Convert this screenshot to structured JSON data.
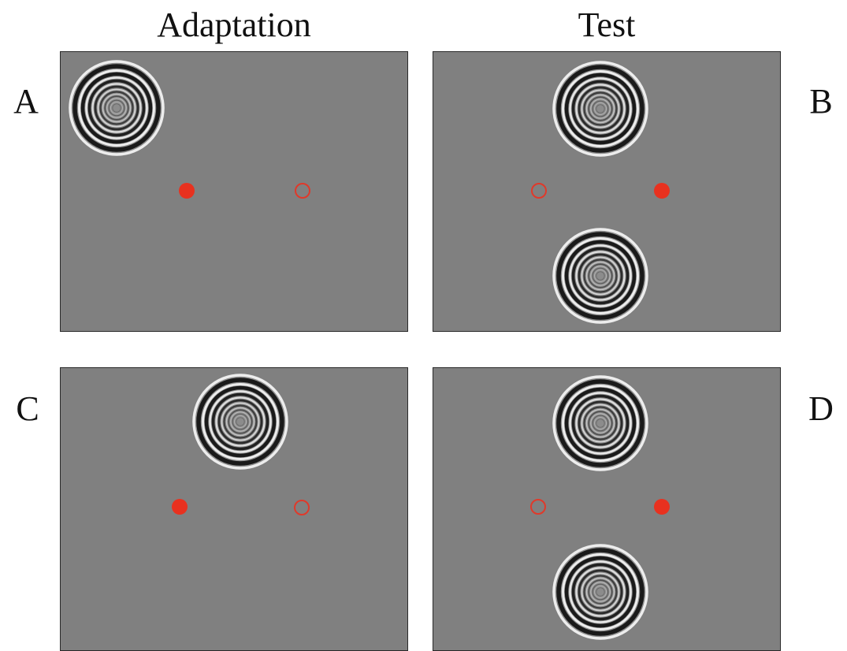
{
  "headings": {
    "adaptation": "Adaptation",
    "test": "Test"
  },
  "panel_labels": {
    "a": "A",
    "b": "B",
    "c": "C",
    "d": "D"
  },
  "colors": {
    "panel_background": "#808080",
    "fixation_red": "#e8311f",
    "grating_dark": "#1a1a1a",
    "grating_light": "#f2f2f2"
  },
  "panels": [
    {
      "id": "A",
      "phase": "adaptation",
      "gratings": [
        "top-left"
      ],
      "filled_dot": "left",
      "open_dot": "right"
    },
    {
      "id": "B",
      "phase": "test",
      "gratings": [
        "top-center",
        "bottom-center"
      ],
      "filled_dot": "right",
      "open_dot": "left"
    },
    {
      "id": "C",
      "phase": "adaptation",
      "gratings": [
        "top-center"
      ],
      "filled_dot": "left",
      "open_dot": "right"
    },
    {
      "id": "D",
      "phase": "test",
      "gratings": [
        "top-center",
        "bottom-center"
      ],
      "filled_dot": "right",
      "open_dot": "left"
    }
  ]
}
